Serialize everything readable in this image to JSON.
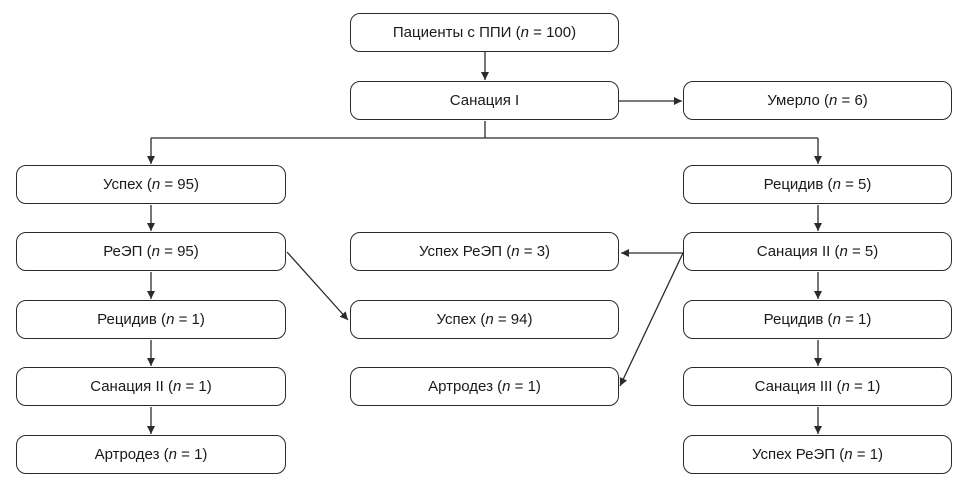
{
  "nodes": {
    "patients": {
      "label": "Пациенты с ППИ",
      "n": "100"
    },
    "sanation_1": {
      "label": "Санация I"
    },
    "died": {
      "label": "Умерло",
      "n": "6"
    },
    "left_success": {
      "label": "Успех",
      "n": "95"
    },
    "left_reep": {
      "label": "РеЭП",
      "n": "95"
    },
    "left_relapse": {
      "label": "Рецидив",
      "n": "1"
    },
    "left_sanation_2": {
      "label": "Санация II",
      "n": "1"
    },
    "left_arthrodesis": {
      "label": "Артродез",
      "n": "1"
    },
    "mid_reep_success": {
      "label": "Успех РеЭП",
      "n": "3"
    },
    "mid_success": {
      "label": "Успех",
      "n": "94"
    },
    "mid_arthrodesis": {
      "label": "Артродез",
      "n": "1"
    },
    "right_relapse": {
      "label": "Рецидив",
      "n": "5"
    },
    "right_sanation_2": {
      "label": "Санация II",
      "n": "5"
    },
    "right_relapse_2": {
      "label": "Рецидив",
      "n": "1"
    },
    "right_sanation_3": {
      "label": "Санация III",
      "n": "1"
    },
    "right_reep_success": {
      "label": "Успех РеЭП",
      "n": "1"
    }
  },
  "n_symbol": "n",
  "colors": {
    "line": "#2b2b2b",
    "box_border": "#2b2b2b",
    "text": "#1a1a1a"
  }
}
